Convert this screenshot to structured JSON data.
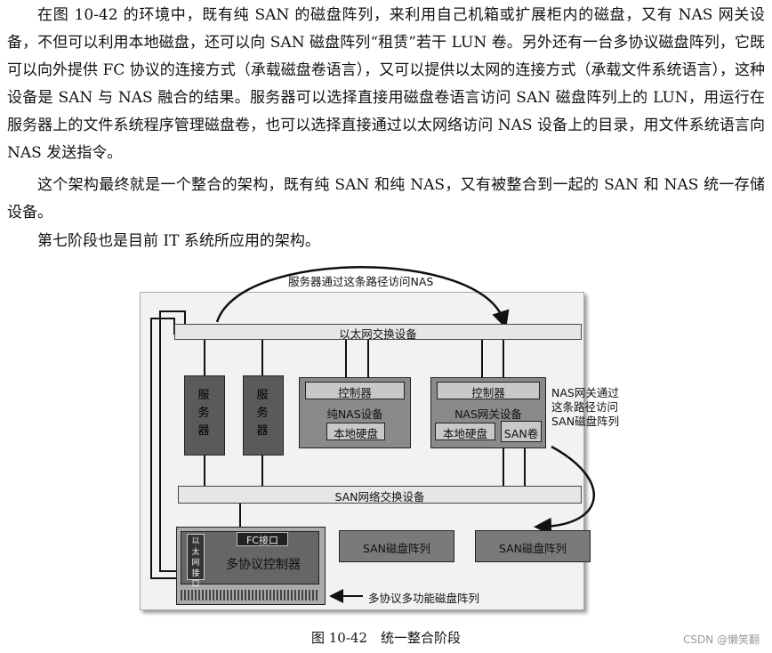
{
  "text": {
    "p1": "在图 10-42 的环境中，既有纯 SAN 的磁盘阵列，来利用自己机箱或扩展柜内的磁盘，又有 NAS 网关设备，不但可以利用本地磁盘，还可以向 SAN 磁盘阵列“租赁”若干 LUN 卷。另外还有一台多协议磁盘阵列，它既可以向外提供 FC 协议的连接方式（承载磁盘卷语言），又可以提供以太网的连接方式（承载文件系统语言），这种设备是 SAN 与 NAS 融合的结果。服务器可以选择直接用磁盘卷语言访问 SAN 磁盘阵列上的 LUN，用运行在服务器上的文件系统程序管理磁盘卷，也可以选择直接通过以太网络访问 NAS 设备上的目录，用文件系统语言向 NAS 发送指令。",
    "p2": "这个架构最终就是一个整合的架构，既有纯 SAN 和纯 NAS，又有被整合到一起的 SAN 和 NAS 统一存储设备。",
    "p3": "第七阶段也是目前 IT 系统所应用的架构。"
  },
  "diagram": {
    "arc_label": "服务器通过这条路径访问NAS",
    "ethernet_switch": "以太网交换设备",
    "server1": "服务器",
    "server2": "服务器",
    "controller1": "控制器",
    "pure_nas": "纯NAS设备",
    "local_disk1": "本地硬盘",
    "controller2": "控制器",
    "nas_gateway": "NAS网关设备",
    "local_disk2": "本地硬盘",
    "san_volume": "SAN卷",
    "nas_gateway_note_1": "NAS网关通过",
    "nas_gateway_note_2": "这条路径访问",
    "nas_gateway_note_3": "SAN磁盘阵列",
    "san_switch": "SAN网络交换设备",
    "ethernet_port": "以太网接口",
    "fc_port": "FC接口",
    "multi_controller": "多协议控制器",
    "san_array1": "SAN磁盘阵列",
    "san_array2": "SAN磁盘阵列",
    "multi_array_note": "多协议多功能磁盘阵列"
  },
  "caption": "图 10-42　统一整合阶段",
  "watermark": "CSDN @懒笑翻"
}
